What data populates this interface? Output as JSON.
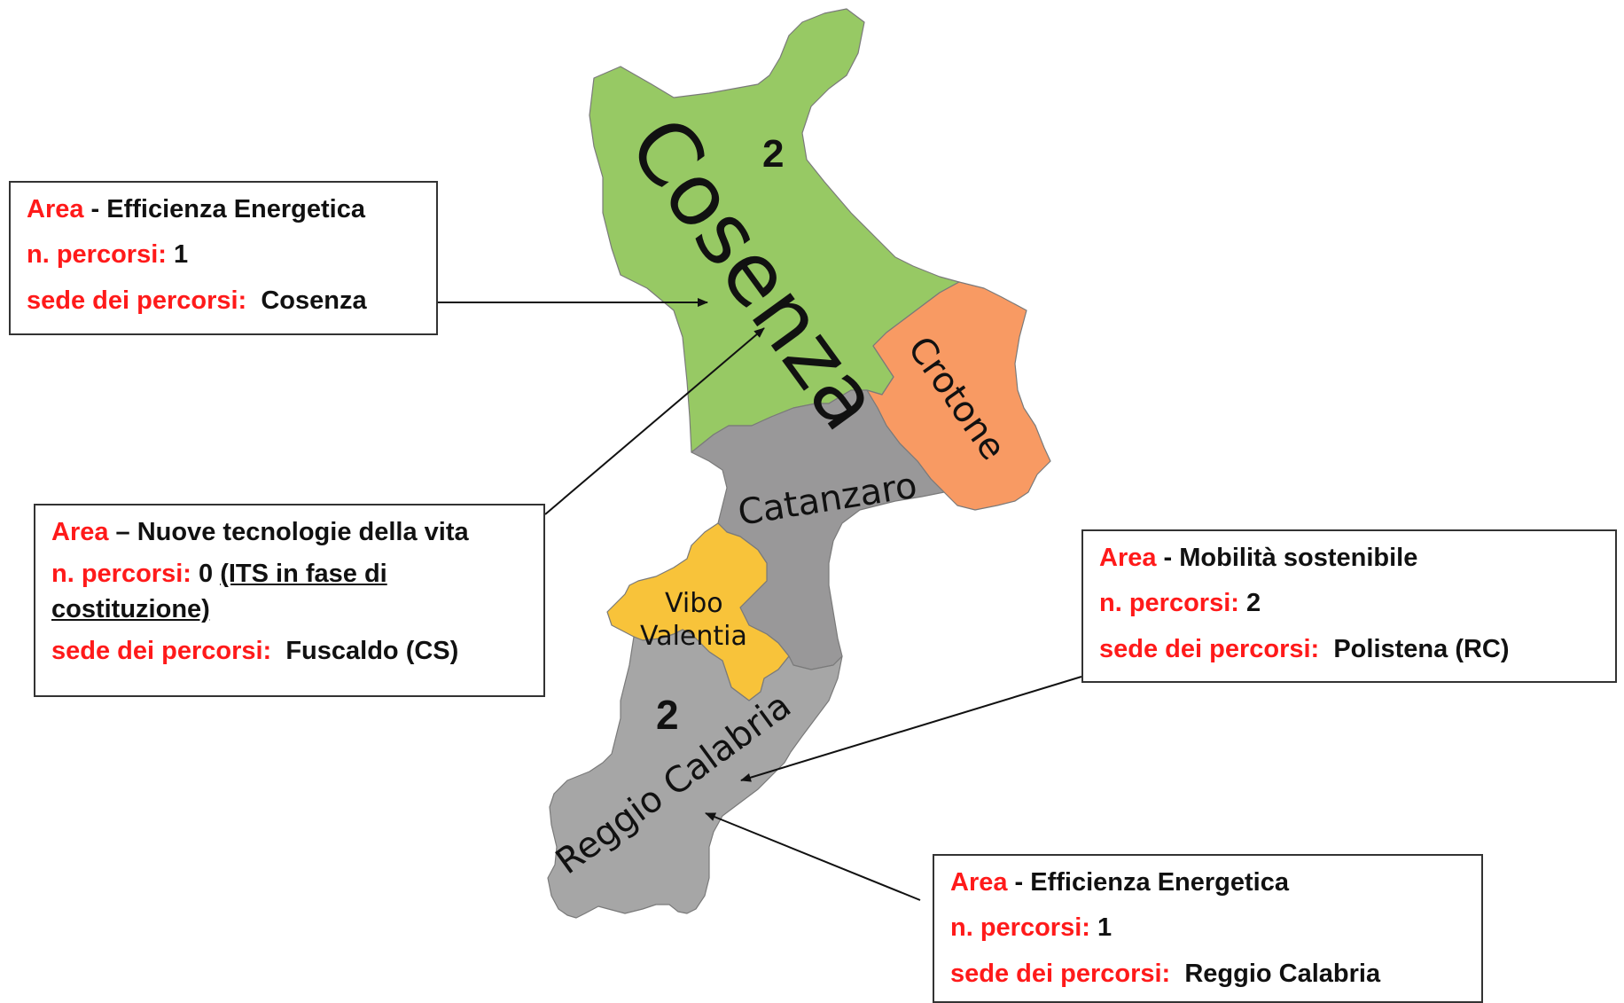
{
  "map": {
    "regions": [
      {
        "name": "Cosenza",
        "color": "#97c964"
      },
      {
        "name": "Crotone",
        "color": "#f89a63"
      },
      {
        "name": "Catanzaro",
        "color": "#999899"
      },
      {
        "name": "Vibo Valentia",
        "color": "#f8c33a"
      },
      {
        "name": "Reggio Calabria",
        "color": "#a6a6a6"
      }
    ],
    "labels": {
      "cosenza": "Cosenza",
      "crotone": "Crotone",
      "catanzaro": "Catanzaro",
      "vibo_1": "Vibo",
      "vibo_2": "Valentia",
      "reggio": "Reggio Calabria"
    },
    "counts": {
      "cosenza": "2",
      "reggio": "2"
    }
  },
  "callouts": {
    "cosenza": {
      "area_key": "Area",
      "area_value": " - Efficienza Energetica",
      "percorsi_key": "n. percorsi:",
      "percorsi_value": " 1",
      "sede_key": "sede dei percorsi:",
      "sede_value": "  Cosenza"
    },
    "fuscaldo": {
      "area_key": "Area",
      "area_value": " – Nuove tecnologie della vita",
      "percorsi_key": "n. percorsi:",
      "percorsi_value": " 0 ",
      "percorsi_note_1": "(ITS in fase di",
      "percorsi_note_2": "costituzione)",
      "sede_key": "sede dei percorsi:",
      "sede_value": "  Fuscaldo (CS)"
    },
    "polistena": {
      "area_key": "Area",
      "area_value": " - Mobilità sostenibile",
      "percorsi_key": "n. percorsi:",
      "percorsi_value": " 2",
      "sede_key": "sede dei percorsi:",
      "sede_value": "  Polistena (RC)"
    },
    "reggio": {
      "area_key": "Area",
      "area_value": " - Efficienza Energetica",
      "percorsi_key": "n. percorsi:",
      "percorsi_value": " 1",
      "sede_key": "sede dei percorsi:",
      "sede_value": "  Reggio Calabria"
    }
  },
  "colors": {
    "key_text": "#ff1a1a",
    "box_border": "#333333"
  }
}
